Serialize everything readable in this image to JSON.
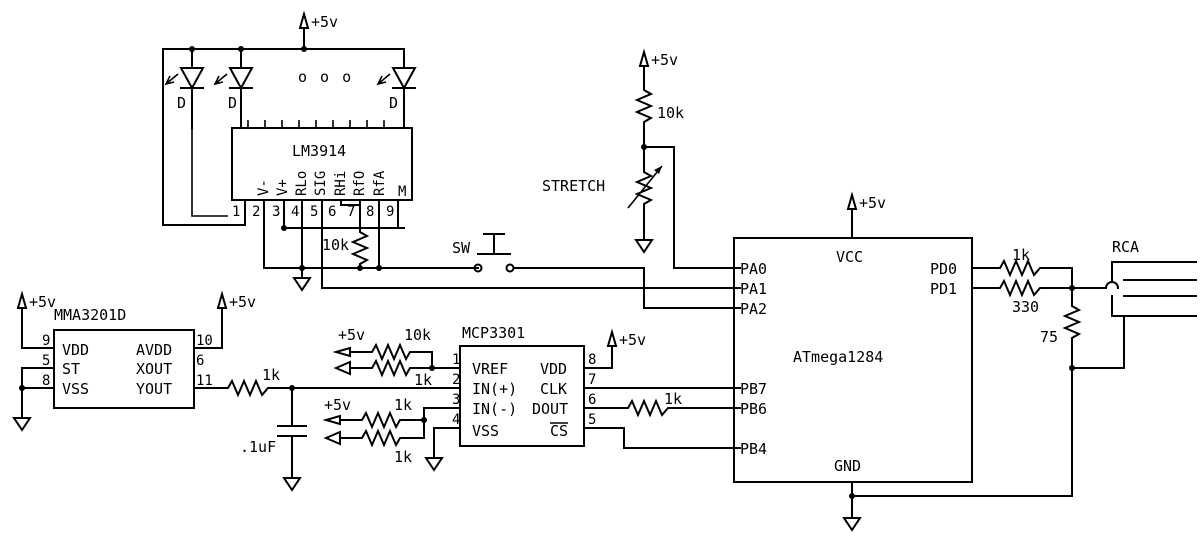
{
  "supply": "+5v",
  "led_bar": {
    "ellipsis": "o o o",
    "diode_labels": [
      "D",
      "D",
      "D"
    ]
  },
  "lm3914": {
    "name": "LM3914",
    "pin_names": [
      "V-",
      "V+",
      "RLo",
      "SIG",
      "RHi",
      "RfO",
      "RfA",
      "M"
    ],
    "pin_numbers": [
      "1",
      "2",
      "3",
      "4",
      "5",
      "6",
      "7",
      "8",
      "9"
    ],
    "resistor": "10k"
  },
  "stretch": {
    "label": "STRETCH",
    "resistor": "10k"
  },
  "switch": {
    "label": "SW"
  },
  "mma3201d": {
    "name": "MMA3201D",
    "left_pins": [
      {
        "num": "9",
        "name": "VDD"
      },
      {
        "num": "5",
        "name": "ST"
      },
      {
        "num": "8",
        "name": "VSS"
      }
    ],
    "right_pins": [
      {
        "num": "10",
        "name": "AVDD"
      },
      {
        "num": "6",
        "name": "XOUT"
      },
      {
        "num": "11",
        "name": "YOUT"
      }
    ]
  },
  "filter": {
    "resistor": "1k",
    "capacitor": ".1uF"
  },
  "mcp3301": {
    "name": "MCP3301",
    "left_pins": [
      {
        "num": "1",
        "name": "VREF"
      },
      {
        "num": "2",
        "name": "IN(+)"
      },
      {
        "num": "3",
        "name": "IN(-)"
      },
      {
        "num": "4",
        "name": "VSS"
      }
    ],
    "right_pins": [
      {
        "num": "8",
        "name": "VDD"
      },
      {
        "num": "7",
        "name": "CLK"
      },
      {
        "num": "6",
        "name": "DOUT"
      },
      {
        "num": "5",
        "name": "CS"
      }
    ],
    "divider_top": [
      "10k",
      "1k"
    ],
    "divider_bottom": [
      "1k",
      "1k"
    ],
    "dout_resistor": "1k"
  },
  "atmega": {
    "name": "ATmega1284",
    "vcc": "VCC",
    "gnd": "GND",
    "left_pins": [
      "PA0",
      "PA1",
      "PA2",
      "PB7",
      "PB6",
      "PB4"
    ],
    "right_pins": [
      "PD0",
      "PD1"
    ]
  },
  "video": {
    "r1": "1k",
    "r2": "330",
    "r3": "75",
    "connector": "RCA"
  }
}
